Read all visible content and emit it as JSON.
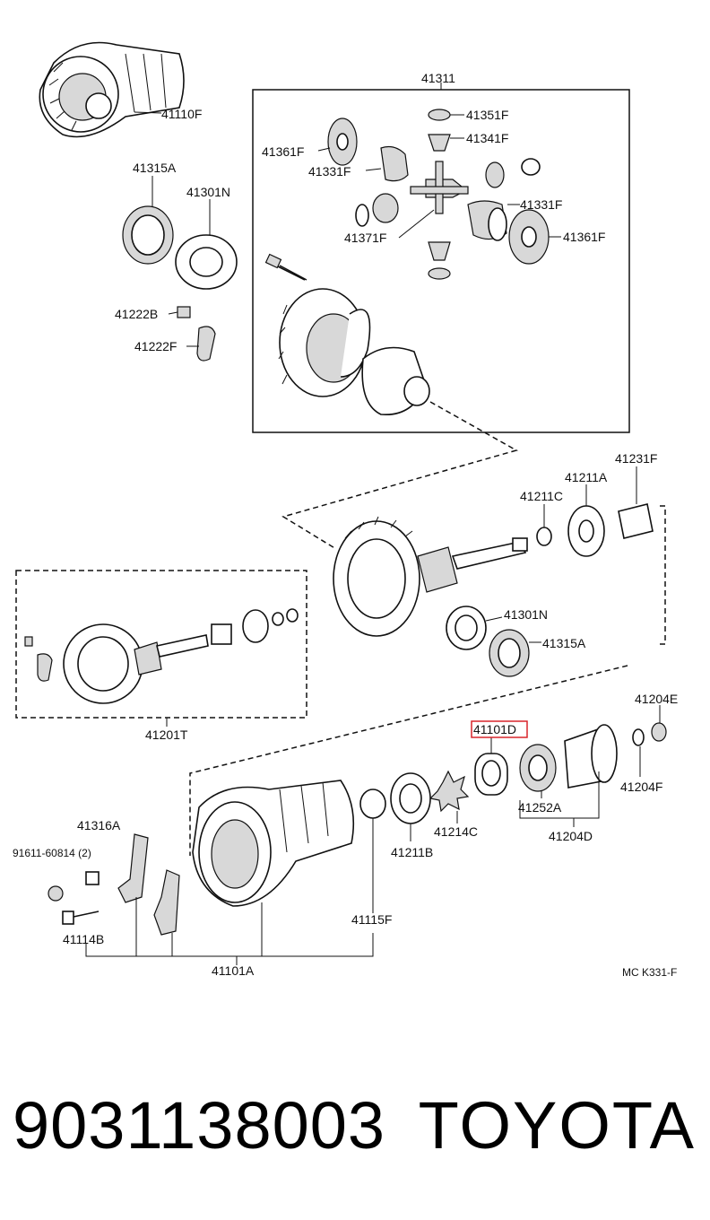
{
  "diagram": {
    "labels": {
      "l41110F": "41110F",
      "l41311": "41311",
      "l41351F": "41351F",
      "l41341F": "41341F",
      "l41361F_a": "41361F",
      "l41331F_a": "41331F",
      "l41331F_b": "41331F",
      "l41361F_b": "41361F",
      "l41371F": "41371F",
      "l41315A_a": "41315A",
      "l41301N_a": "41301N",
      "l41222B": "41222B",
      "l41222F": "41222F",
      "l41231F": "41231F",
      "l41211A": "41211A",
      "l41211C": "41211C",
      "l41301N_b": "41301N",
      "l41315A_b": "41315A",
      "l41201T": "41201T",
      "l41204E": "41204E",
      "l41101D": "41101D",
      "l41204F": "41204F",
      "l41252A": "41252A",
      "l41204D": "41204D",
      "l41214C": "41214C",
      "l41211B": "41211B",
      "l41316A": "41316A",
      "l91611": "91611-60814 (2)",
      "l41115F": "41115F",
      "l41114B": "41114B",
      "l41101A": "41101A",
      "code": "MC K331-F"
    },
    "highlight_color": "#d9252b"
  },
  "footer": {
    "part_number": "9031138003",
    "brand": "TOYOTA"
  }
}
